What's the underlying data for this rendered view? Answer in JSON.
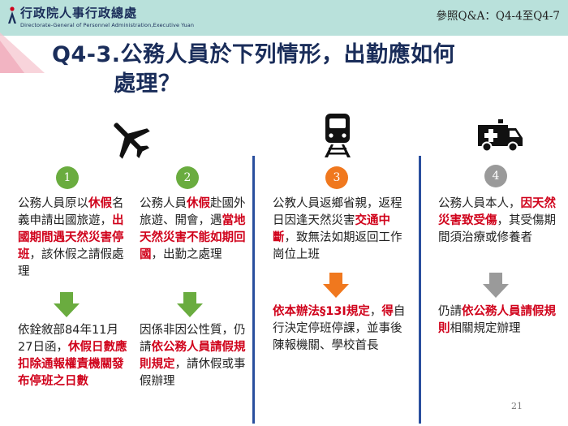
{
  "header": {
    "logo_text": "行政院人事行政總處",
    "logo_subtitle": "Directorate-General of Personnel Administration,Executive Yuan",
    "ref_note": "參照Q&A：Q4-4至Q4-7"
  },
  "title": {
    "line1": "Q4-3.公務人員於下列情形，出勤應如何",
    "line2": "處理？"
  },
  "icons": [
    "airplane-icon",
    "train-icon",
    "ambulance-icon"
  ],
  "colors": {
    "title": "#1a2d5a",
    "highlight_red": "#d0021b",
    "badge_green": "#6aac3f",
    "badge_orange": "#f0781e",
    "badge_gray": "#9a9a9a",
    "arrow_green": "#6aac3f",
    "arrow_orange": "#f0781e",
    "arrow_gray": "#9a9a9a",
    "divider": "#2a4f9e",
    "header_band": "#b9e1db"
  },
  "cases": [
    {
      "number": "1",
      "situation": [
        {
          "t": "公務人員原以",
          "red": false
        },
        {
          "t": "休假",
          "red": true
        },
        {
          "t": "名義申請出國旅遊，",
          "red": false
        },
        {
          "t": "出國期間遇天然災害停班",
          "red": true
        },
        {
          "t": "，該休假之請假處理",
          "red": false
        }
      ],
      "handling": [
        {
          "t": "依銓敘部84年11月27日函，",
          "red": false
        },
        {
          "t": "休假日數應扣除通報權責機關發布停班之日數",
          "red": true
        }
      ]
    },
    {
      "number": "2",
      "situation": [
        {
          "t": "公務人員",
          "red": false
        },
        {
          "t": "休假",
          "red": true
        },
        {
          "t": "赴國外旅遊、開會，遇",
          "red": false
        },
        {
          "t": "當地天然災害不能如期回國",
          "red": true
        },
        {
          "t": "，出勤之處理",
          "red": false
        }
      ],
      "handling": [
        {
          "t": "因係非因公性質，仍請",
          "red": false
        },
        {
          "t": "依公務人員請假規則規定",
          "red": true
        },
        {
          "t": "，請休假或事假辦理",
          "red": false
        }
      ]
    },
    {
      "number": "3",
      "situation": [
        {
          "t": "公教人員返鄉省親，返程日因逢天然災害",
          "red": false
        },
        {
          "t": "交通中斷",
          "red": true
        },
        {
          "t": "，致無法如期返回工作崗位上班",
          "red": false
        }
      ],
      "handling": [
        {
          "t": "依本辦法§13Ⅰ規定",
          "red": true
        },
        {
          "t": "，",
          "red": false
        },
        {
          "t": "得",
          "red": true
        },
        {
          "t": "自行決定停班停課，並事後陳報機關、學校首長",
          "red": false
        }
      ]
    },
    {
      "number": "4",
      "situation": [
        {
          "t": "公務人員本人，",
          "red": false
        },
        {
          "t": "因天然災害致受傷",
          "red": true
        },
        {
          "t": "，其受傷期間須治療或修養者",
          "red": false
        }
      ],
      "handling": [
        {
          "t": "仍請",
          "red": false
        },
        {
          "t": "依公務人員請假規則",
          "red": true
        },
        {
          "t": "相關規定辦理",
          "red": false
        }
      ]
    }
  ],
  "page_number": "21"
}
